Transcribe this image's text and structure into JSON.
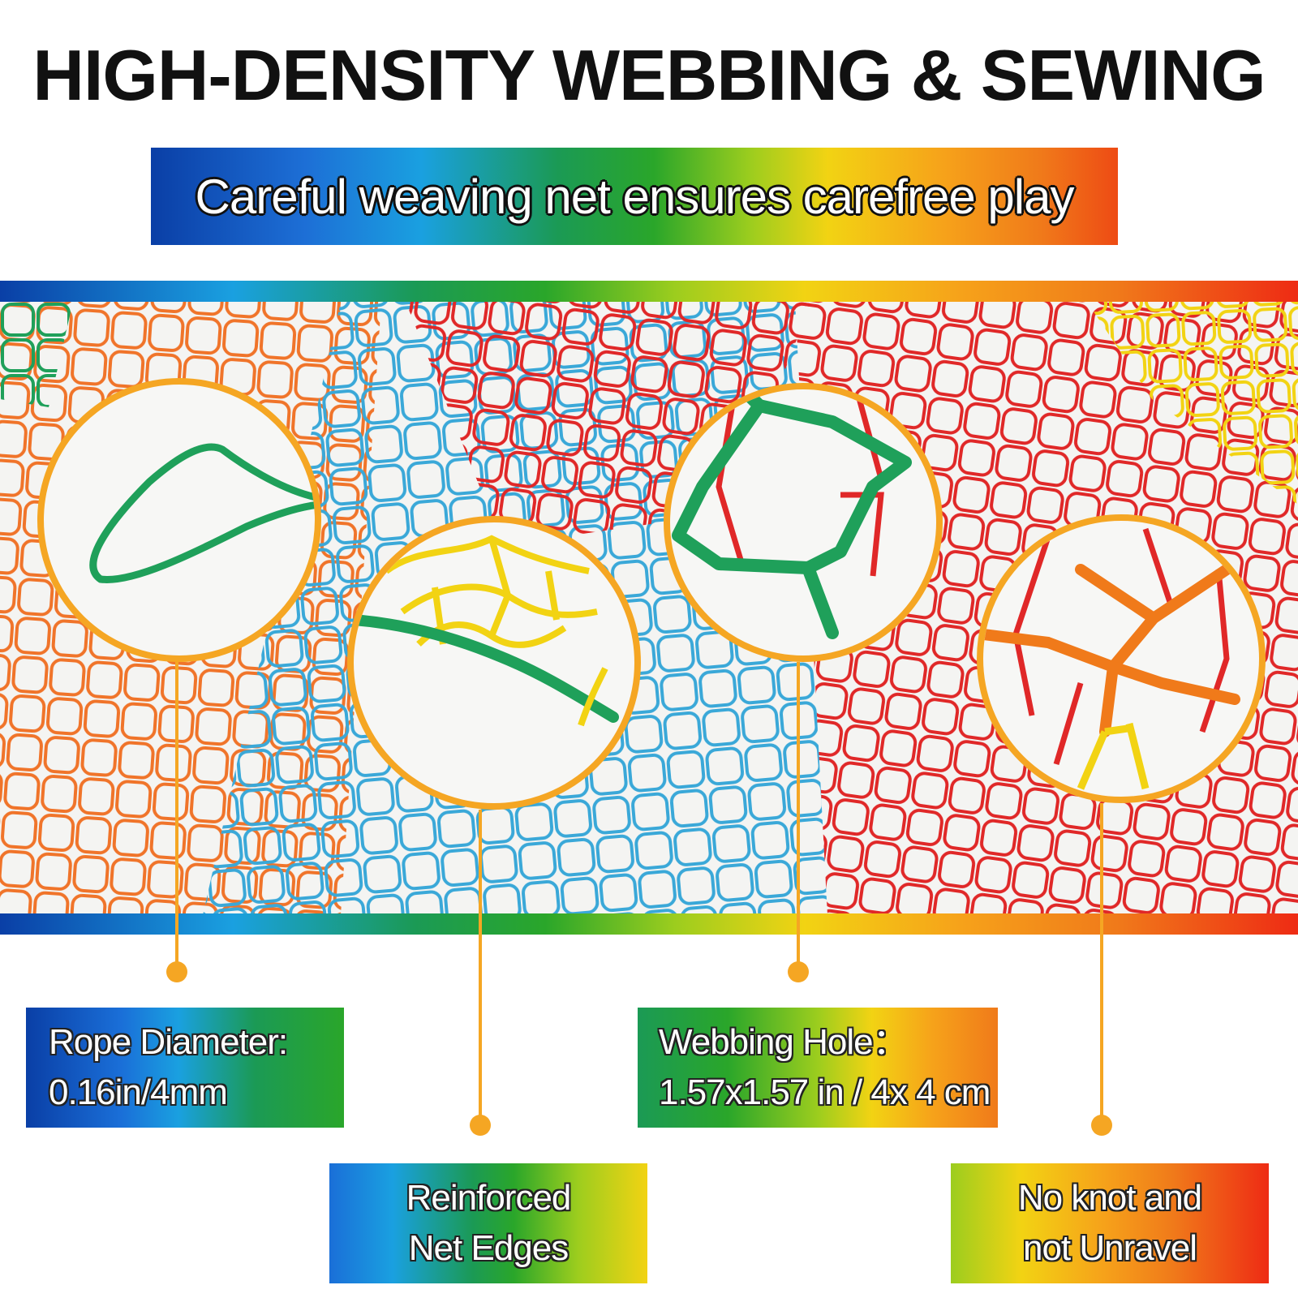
{
  "title": "HIGH-DENSITY WEBBING & SEWING",
  "subtitle": "Careful weaving net ensures carefree play",
  "callouts": {
    "rope": {
      "line1": "Rope Diameter:",
      "line2": "0.16in/4mm"
    },
    "edges": {
      "line1": "Reinforced",
      "line2": "Net Edges"
    },
    "hole": {
      "line1": "Webbing Hole：",
      "line2": "1.57x1.57 in / 4x 4 cm"
    },
    "knot": {
      "line1": "No knot and",
      "line2": "not Unravel"
    }
  },
  "colors": {
    "accent": "#f5a623",
    "net_orange": "#f0742a",
    "net_blue": "#3aa8d8",
    "net_red": "#e02828",
    "net_green": "#1fa05a",
    "net_yellow": "#f2d313"
  }
}
